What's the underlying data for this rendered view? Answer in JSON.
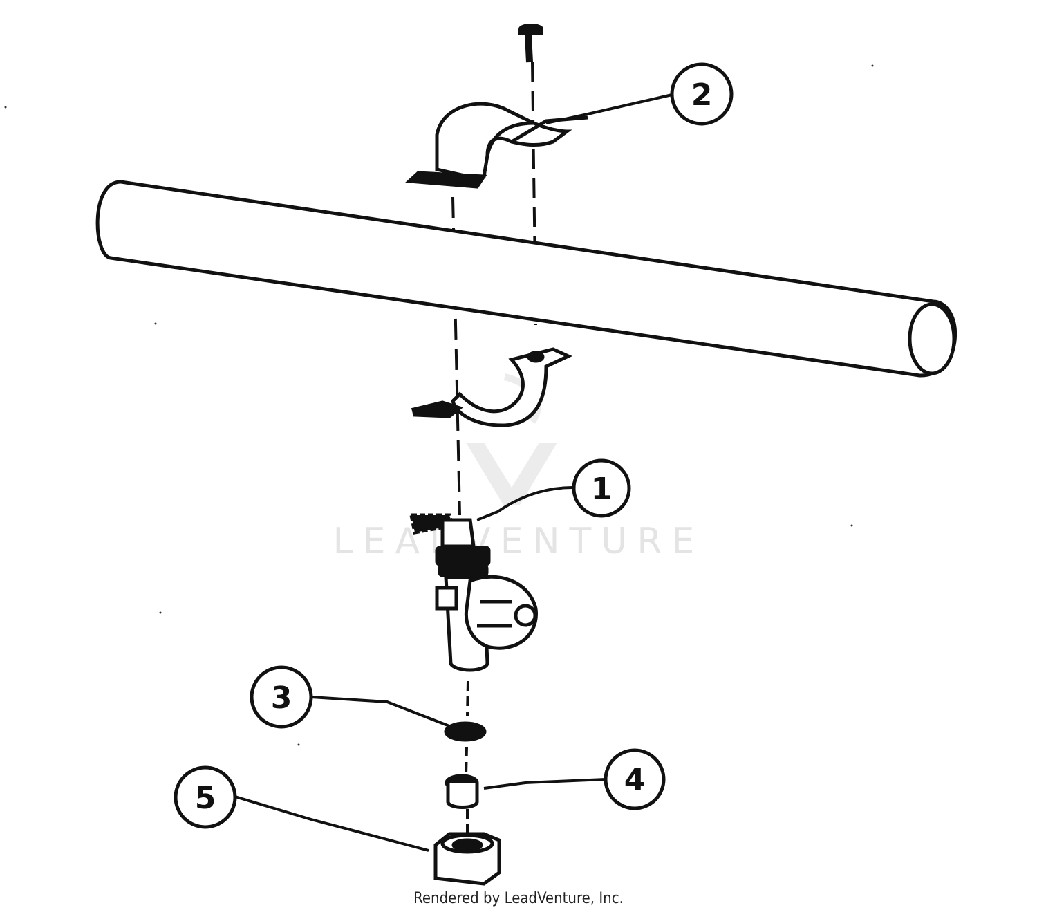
{
  "watermark": {
    "text": "LEADVENTURE"
  },
  "callouts": [
    {
      "id": "1",
      "label": "1"
    },
    {
      "id": "2",
      "label": "2"
    },
    {
      "id": "3",
      "label": "3"
    },
    {
      "id": "4",
      "label": "4"
    },
    {
      "id": "5",
      "label": "5"
    }
  ],
  "footer": {
    "credit": "Rendered by LeadVenture, Inc."
  }
}
